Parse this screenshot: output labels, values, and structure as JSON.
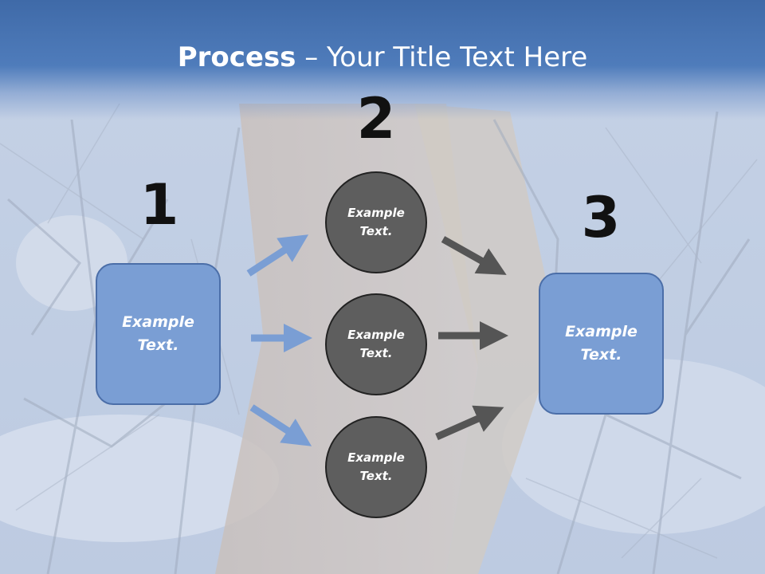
{
  "title": {
    "bold": "Process",
    "rest": " – Your Title Text Here"
  },
  "steps": [
    {
      "number": "1",
      "text": "Example\nText."
    },
    {
      "number": "2",
      "text": "Example\nText."
    },
    {
      "number": "3",
      "text": "Example\nText."
    }
  ],
  "circles": [
    {
      "text": "Example\nText."
    },
    {
      "text": "Example\nText."
    },
    {
      "text": "Example\nText."
    }
  ],
  "colors": {
    "box": "#7a9ed4",
    "circle": "#5e5e5e",
    "arrow_blue": "#7a9ed4",
    "arrow_gray": "#555555",
    "header": "#4f7cbb"
  }
}
